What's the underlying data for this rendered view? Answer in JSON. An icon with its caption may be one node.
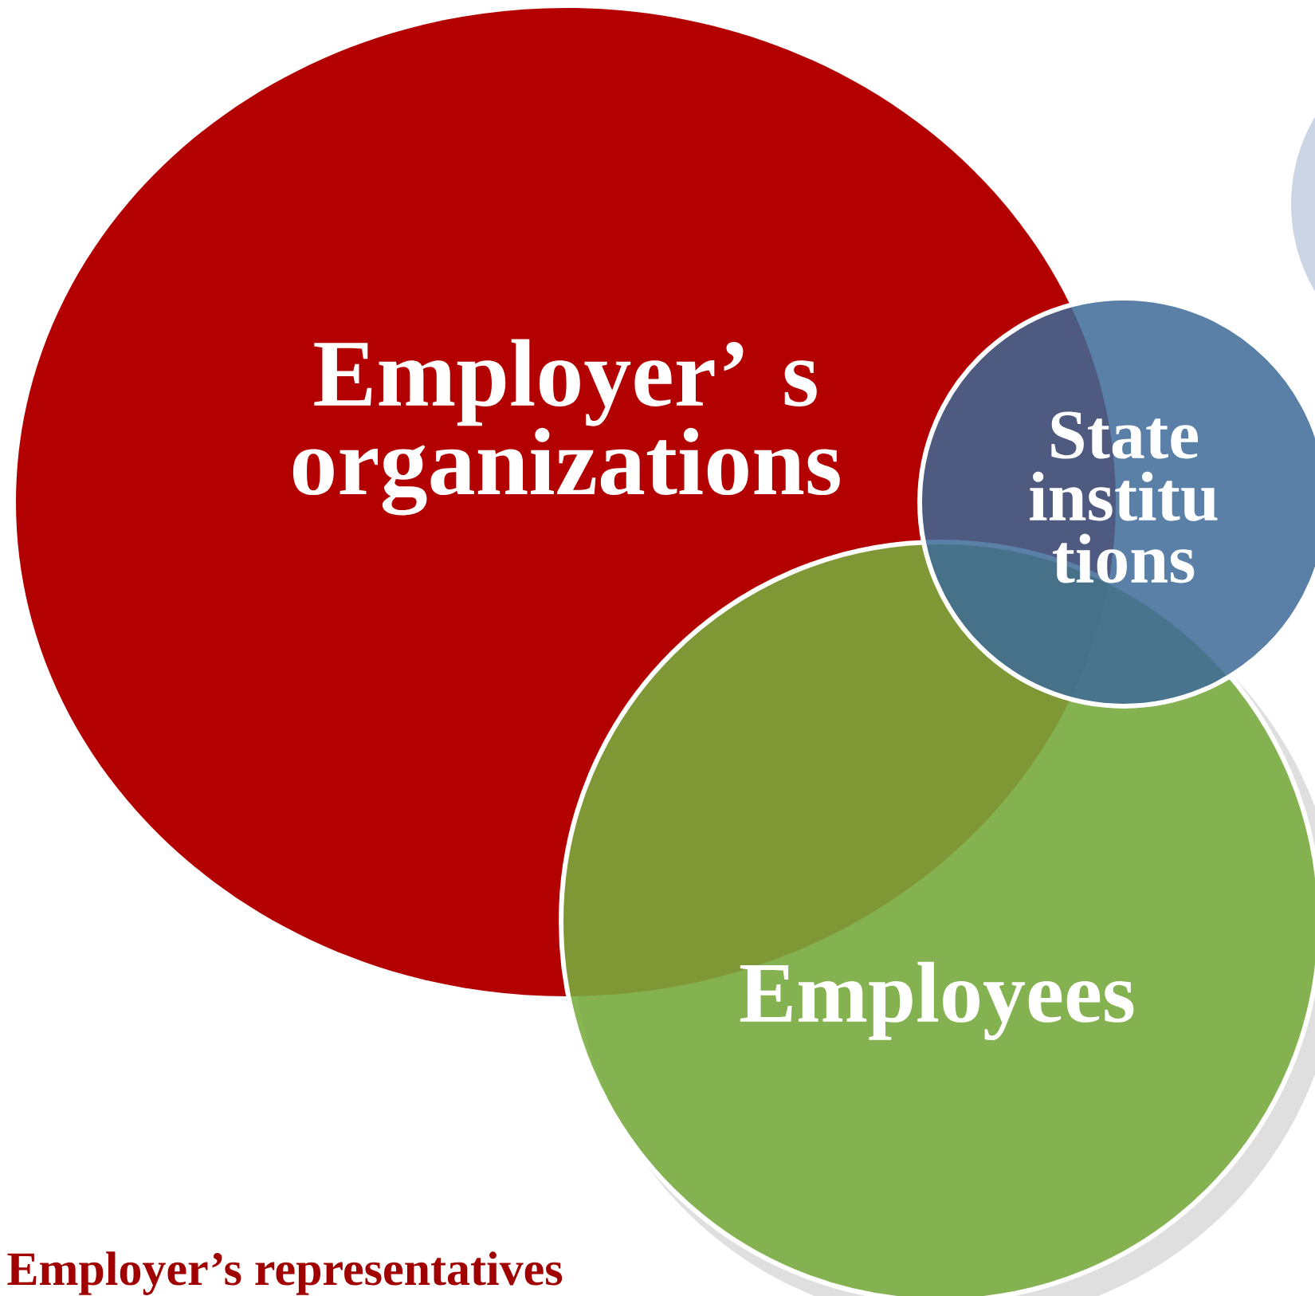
{
  "diagram": {
    "nodes": [
      {
        "text": [
          "Employer’ s organizations"
        ]
      },
      {
        "text": [],
        "shape": "circle"
      },
      {
        "text": [
          "State institu tions"
        ]
      },
      {
        "text": [
          "Employees"
        ]
      }
    ],
    "labels": [
      "Employer’s representatives"
    ]
  }
}
